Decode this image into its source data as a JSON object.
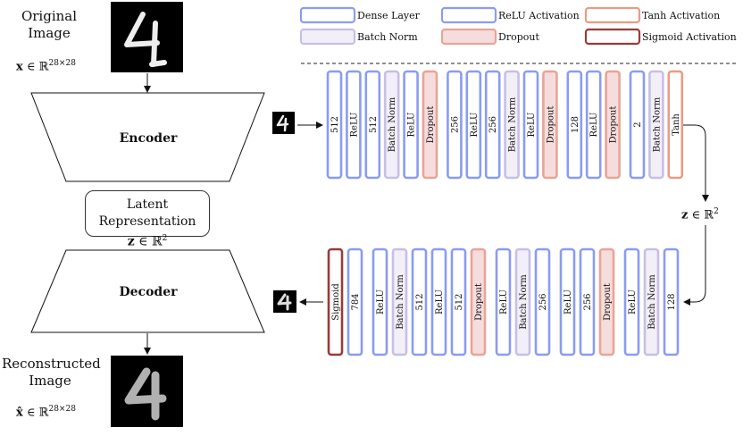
{
  "left_panel": {
    "original_label": [
      "Original",
      "Image"
    ],
    "original_math": {
      "var": "x",
      "rel": "∈ ℝ",
      "sup": "28×28"
    },
    "encoder_label": "Encoder",
    "latent_label": "Latent Representation",
    "latent_math": {
      "var": "z",
      "rel": "∈ ℝ",
      "sup": "2"
    },
    "decoder_label": "Decoder",
    "reconstructed_label": [
      "Reconstructed",
      "Image"
    ],
    "reconstructed_math": {
      "var": "x̂",
      "rel": "∈ ℝ",
      "sup": "28×28"
    }
  },
  "legend": [
    {
      "key": "dense",
      "label": "Dense Layer"
    },
    {
      "key": "relu",
      "label": "ReLU Activation"
    },
    {
      "key": "tanh",
      "label": "Tanh Activation"
    },
    {
      "key": "bn",
      "label": "Batch Norm"
    },
    {
      "key": "dropout",
      "label": "Dropout"
    },
    {
      "key": "sigmoid",
      "label": "Sigmoid Activation"
    }
  ],
  "styles": {
    "dense": {
      "stroke": "#8a9cf0",
      "fill": "#ffffff"
    },
    "relu": {
      "stroke": "#8a9cf0",
      "fill": "#ffffff"
    },
    "bn": {
      "stroke": "#c7bfe6",
      "fill": "#f3eff8"
    },
    "dropout": {
      "stroke": "#e8a496",
      "fill": "#f6dddd"
    },
    "tanh": {
      "stroke": "#ea9b84",
      "fill": "#ffffff"
    },
    "sigmoid": {
      "stroke": "#9a3a3a",
      "fill": "#ffffff"
    }
  },
  "encoder_layers": [
    {
      "type": "dense",
      "label": "512"
    },
    {
      "type": "relu",
      "label": "ReLU"
    },
    {
      "type": "dense",
      "label": "512"
    },
    {
      "type": "bn",
      "label": "Batch Norm"
    },
    {
      "type": "relu",
      "label": "ReLU"
    },
    {
      "type": "dropout",
      "label": "Dropout"
    },
    {
      "type": "dense",
      "label": "256"
    },
    {
      "type": "relu",
      "label": "ReLU"
    },
    {
      "type": "dense",
      "label": "256"
    },
    {
      "type": "bn",
      "label": "Batch Norm"
    },
    {
      "type": "relu",
      "label": "ReLU"
    },
    {
      "type": "dropout",
      "label": "Dropout"
    },
    {
      "type": "dense",
      "label": "128"
    },
    {
      "type": "relu",
      "label": "ReLU"
    },
    {
      "type": "dropout",
      "label": "Dropout"
    },
    {
      "type": "dense",
      "label": "2"
    },
    {
      "type": "bn",
      "label": "Batch Norm"
    },
    {
      "type": "tanh",
      "label": "Tanh"
    }
  ],
  "decoder_layers": [
    {
      "type": "sigmoid",
      "label": "Sigmoid"
    },
    {
      "type": "dense",
      "label": "784"
    },
    {
      "type": "relu",
      "label": "ReLU"
    },
    {
      "type": "bn",
      "label": "Batch Norm"
    },
    {
      "type": "dense",
      "label": "512"
    },
    {
      "type": "relu",
      "label": "ReLU"
    },
    {
      "type": "dense",
      "label": "512"
    },
    {
      "type": "dropout",
      "label": "Dropout"
    },
    {
      "type": "relu",
      "label": "ReLU"
    },
    {
      "type": "bn",
      "label": "Batch Norm"
    },
    {
      "type": "dense",
      "label": "256"
    },
    {
      "type": "relu",
      "label": "ReLU"
    },
    {
      "type": "dense",
      "label": "256"
    },
    {
      "type": "dropout",
      "label": "Dropout"
    },
    {
      "type": "relu",
      "label": "ReLU"
    },
    {
      "type": "bn",
      "label": "Batch Norm"
    },
    {
      "type": "dense",
      "label": "128"
    }
  ],
  "connector_math": {
    "var": "z",
    "rel": "∈ ℝ",
    "sup": "2"
  }
}
